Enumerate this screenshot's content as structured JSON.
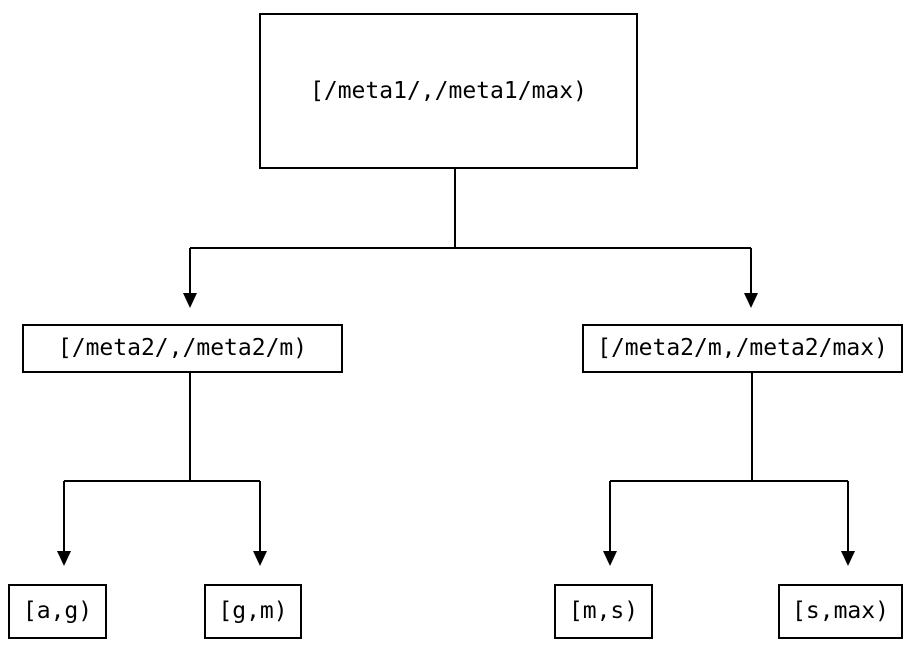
{
  "diagram": {
    "type": "tree",
    "nodes": {
      "root": {
        "id": "root",
        "label": "[/meta1/,/meta1/max)"
      },
      "left": {
        "id": "left",
        "label": "[/meta2/,/meta2/m)"
      },
      "right": {
        "id": "right",
        "label": "[/meta2/m,/meta2/max)"
      },
      "leaf_ag": {
        "id": "leaf_ag",
        "label": "[a,g)"
      },
      "leaf_gm": {
        "id": "leaf_gm",
        "label": "[g,m)"
      },
      "leaf_ms": {
        "id": "leaf_ms",
        "label": "[m,s)"
      },
      "leaf_smax": {
        "id": "leaf_smax",
        "label": "[s,max)"
      }
    },
    "edges": [
      {
        "from": "root",
        "to": "left",
        "arrow": "down"
      },
      {
        "from": "root",
        "to": "right",
        "arrow": "down"
      },
      {
        "from": "left",
        "to": "leaf_ag",
        "arrow": "down"
      },
      {
        "from": "left",
        "to": "leaf_gm",
        "arrow": "down"
      },
      {
        "from": "right",
        "to": "leaf_ms",
        "arrow": "down"
      },
      {
        "from": "right",
        "to": "leaf_smax",
        "arrow": "down"
      }
    ]
  },
  "colors": {
    "background": "#ffffff",
    "line": "#000000",
    "box_border": "#000000",
    "text": "#000000"
  }
}
